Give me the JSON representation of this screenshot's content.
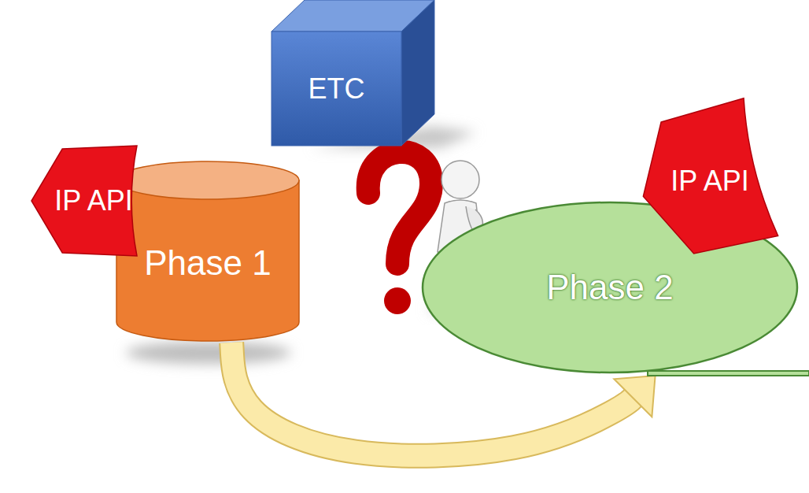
{
  "diagram": {
    "nodes": [
      {
        "text": [
          "ETC"
        ]
      },
      {
        "text": [
          "IP API"
        ]
      },
      {
        "text": [
          "Phase 1"
        ]
      },
      {
        "text": [
          "IP API"
        ]
      },
      {
        "text": [
          "Phase 2"
        ]
      }
    ],
    "edges": [
      {
        "from": 2,
        "to": 4,
        "arrow": "to"
      }
    ]
  }
}
